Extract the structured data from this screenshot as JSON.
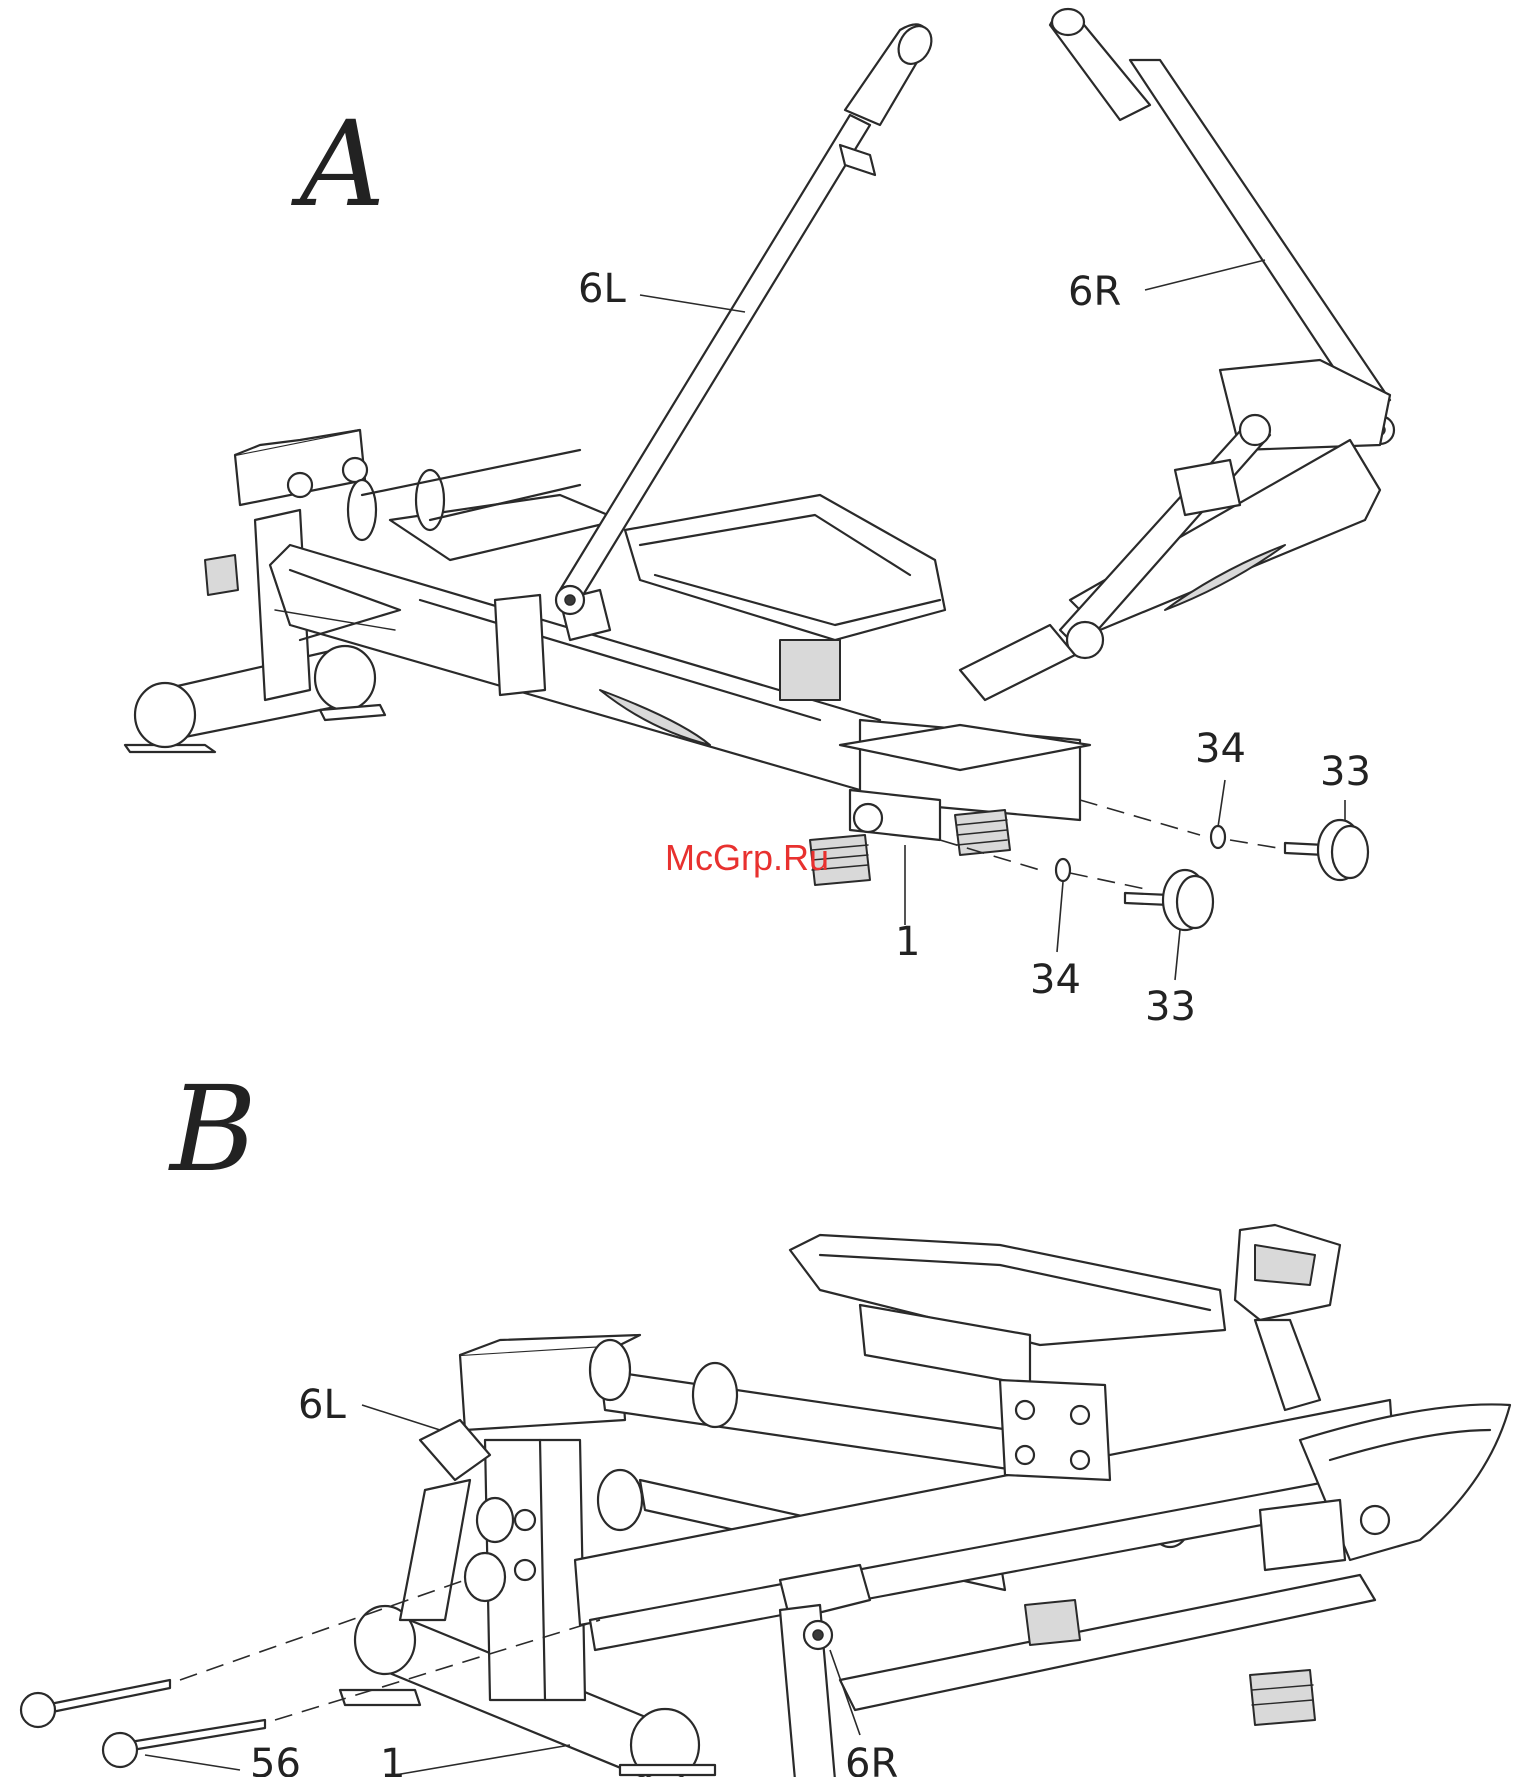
{
  "steps": {
    "a": {
      "letter": "A"
    },
    "b": {
      "letter": "B"
    }
  },
  "labels_a": {
    "handle_left": "6L",
    "handle_right": "6R",
    "frame": "1",
    "washer_front": "34",
    "washer_back": "34",
    "knob_front": "33",
    "knob_back": "33"
  },
  "labels_b": {
    "handle_left": "6L",
    "handle_right": "6R",
    "frame": "1",
    "pin": "56"
  },
  "watermark": "McGrp.Ru"
}
